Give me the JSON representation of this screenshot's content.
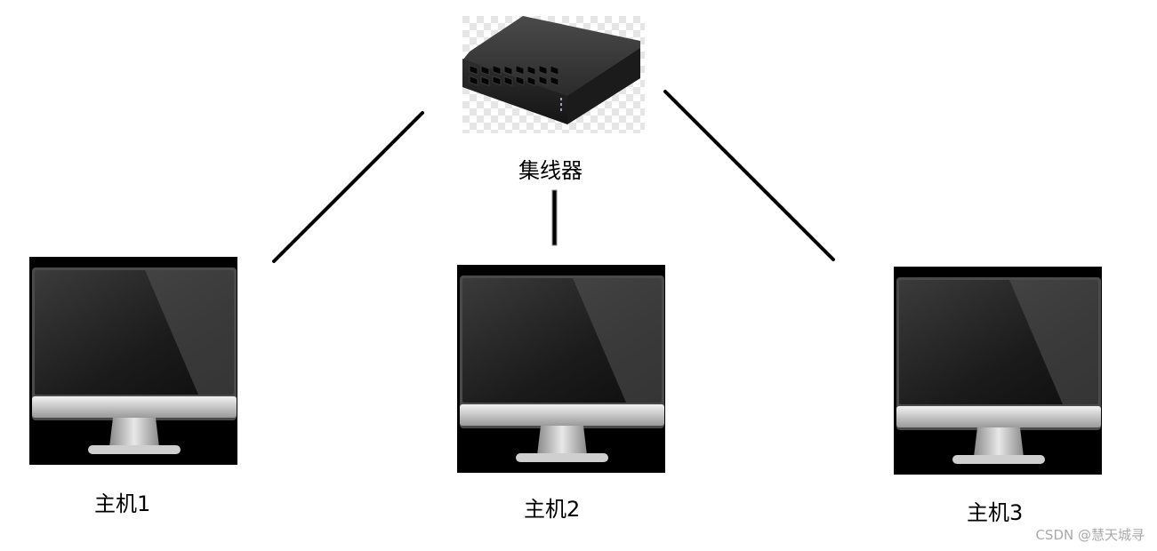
{
  "hub": {
    "label": "集线器",
    "icon": "network-hub-icon"
  },
  "hosts": [
    {
      "label": "主机1",
      "icon": "monitor-icon"
    },
    {
      "label": "主机2",
      "icon": "monitor-icon"
    },
    {
      "label": "主机3",
      "icon": "monitor-icon"
    }
  ],
  "watermark": "CSDN @慧天城寻"
}
